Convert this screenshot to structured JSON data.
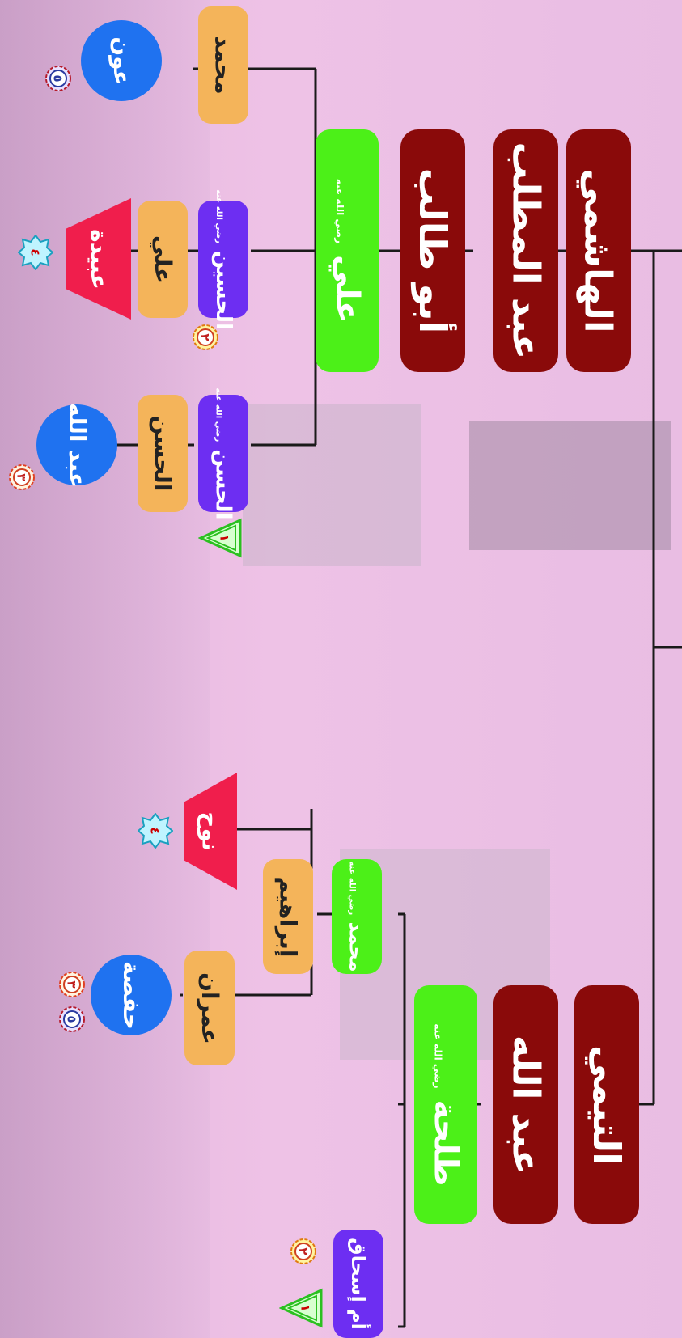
{
  "colors": {
    "maroon": "#8a0a0a",
    "green": "#4cf018",
    "purple": "#6d2ef2",
    "orange": "#f4b45a",
    "blue": "#1f72f0",
    "red": "#f01e4c",
    "line": "#1a1a1a"
  },
  "nodes": {
    "hashemi": "الهاشمي",
    "abdulmuttalib": "عبد المطلب",
    "abutalib": "أبو طالب",
    "ali": "علي",
    "hasan": "الحسن",
    "husayn": "الحسين",
    "muhammad_top": "محمد",
    "awn": "عون",
    "ali_son": "علي",
    "ubayda": "عبيدة",
    "hasan_son": "الحسن",
    "abdullah_top": "عبد الله",
    "taymi": "التيمي",
    "abdullah_taym": "عبد الله",
    "talha": "طلحة",
    "muhammad_talha": "محمد",
    "ibrahim": "إبراهيم",
    "nuh": "نوح",
    "imran": "عمران",
    "hafsa": "حفصة",
    "umm_ishaq": "أم إسحاق"
  },
  "honorific": "رضي الله عنه",
  "badges": {
    "b_awn": "٥",
    "b_ubayda": "٤",
    "b_husayn": "٢",
    "b_abdullah": "٣",
    "b_hasan": "١",
    "b_nuh": "٤",
    "b_hafsa3": "٣",
    "b_hafsa5": "٥",
    "b_umm2": "٢",
    "b_umm1": "١"
  }
}
